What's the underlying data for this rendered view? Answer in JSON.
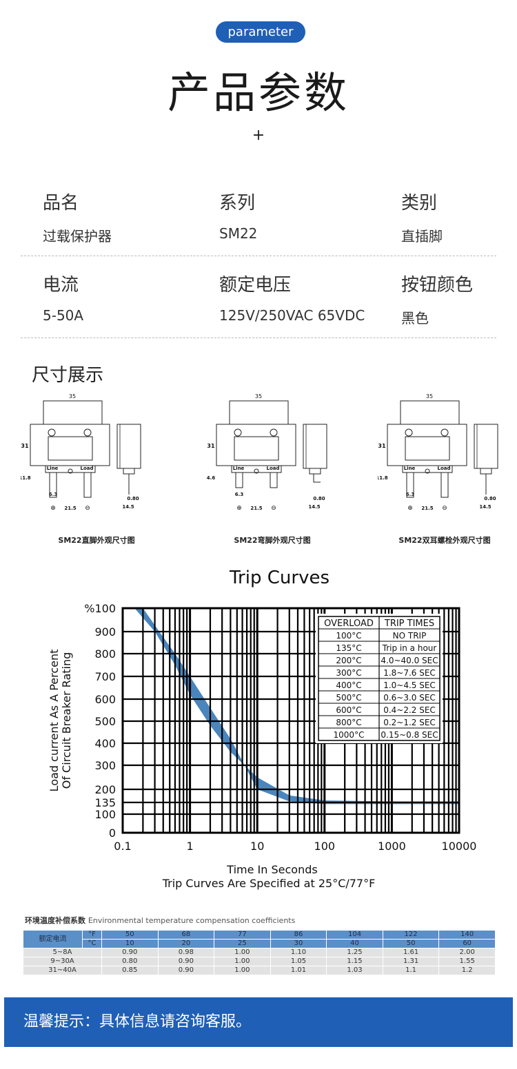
{
  "header": {
    "pill": "parameter",
    "title": "产品参数",
    "plus": "+"
  },
  "specs": {
    "row1": [
      {
        "label": "品名",
        "value": "过载保护器"
      },
      {
        "label": "系列",
        "value": "SM22"
      },
      {
        "label": "类别",
        "value": "直插脚"
      }
    ],
    "row2": [
      {
        "label": "电流",
        "value": "5-50A"
      },
      {
        "label": "额定电压",
        "value": "125V/250VAC 65VDC"
      },
      {
        "label": "按钮颜色",
        "value": "黑色"
      }
    ]
  },
  "dimensions": {
    "section_title": "尺寸展示",
    "labels": {
      "width": "35",
      "height": "31",
      "pin_straight": "11.8",
      "pin_bent": "4.6",
      "line": "Line",
      "load": "Load",
      "pin_width": "6.3",
      "pitch": "21.5",
      "depth": "14.5",
      "thickness": "0.80",
      "plus": "⊕",
      "minus": "⊖"
    },
    "captions": [
      "SM22直脚外观尺寸图",
      "SM22弯脚外观尺寸图",
      "SM22双耳螺栓外观尺寸图"
    ]
  },
  "chart_data": {
    "type": "area",
    "title": "Trip Curves",
    "xlabel": "Time In Seconds",
    "xlabel_note": "Trip Curves Are Specified at 25°C/77°F",
    "ylabel": [
      "Load current As A Percent",
      "Of Circuit Breaker Rating"
    ],
    "x_scale": "log",
    "xlim": [
      0.1,
      10000
    ],
    "x_ticks": [
      "0.1",
      "1",
      "10",
      "100",
      "1000",
      "10000"
    ],
    "y_ticks": [
      "0",
      "100",
      "135",
      "200",
      "300",
      "400",
      "500",
      "600",
      "700",
      "800",
      "900",
      "%100"
    ],
    "band_upper": [
      [
        0.15,
        1000
      ],
      [
        0.3,
        900
      ],
      [
        0.6,
        750
      ],
      [
        1.0,
        620
      ],
      [
        2,
        480
      ],
      [
        4,
        360
      ],
      [
        10,
        250
      ],
      [
        30,
        170
      ],
      [
        100,
        145
      ],
      [
        1000,
        140
      ],
      [
        10000,
        140
      ]
    ],
    "band_lower": [
      [
        0.2,
        1000
      ],
      [
        0.35,
        900
      ],
      [
        0.6,
        800
      ],
      [
        1.0,
        700
      ],
      [
        2,
        560
      ],
      [
        4,
        420
      ],
      [
        10,
        200
      ],
      [
        30,
        140
      ],
      [
        100,
        130
      ],
      [
        1000,
        130
      ],
      [
        10000,
        130
      ]
    ],
    "table": {
      "headers": [
        "OVERLOAD",
        "TRIP TIMES"
      ],
      "rows": [
        [
          "100°C",
          "NO TRIP"
        ],
        [
          "135°C",
          "Trip in a hour"
        ],
        [
          "200°C",
          "4.0~40.0 SEC"
        ],
        [
          "300°C",
          "1.8~7.6 SEC"
        ],
        [
          "400°C",
          "1.0~4.5 SEC"
        ],
        [
          "500°C",
          "0.6~3.0 SEC"
        ],
        [
          "600°C",
          "0.4~2.2 SEC"
        ],
        [
          "800°C",
          "0.2~1.2 SEC"
        ],
        [
          "1000°C",
          "0.15~0.8 SEC"
        ]
      ]
    },
    "band_color": "#4a86bd"
  },
  "compensation": {
    "title_cn": "环境温度补偿系数",
    "title_en": "Environmental temperature compensation coefficients",
    "row_header": "额定电流",
    "unit_f": "°F",
    "unit_c": "°C",
    "fahrenheit": [
      "50",
      "68",
      "77",
      "86",
      "104",
      "122",
      "140"
    ],
    "celsius": [
      "10",
      "20",
      "25",
      "30",
      "40",
      "50",
      "60"
    ],
    "rows": [
      {
        "label": "5~8A",
        "values": [
          "0.90",
          "0.98",
          "1.00",
          "1.10",
          "1.25",
          "1.61",
          "2.00"
        ]
      },
      {
        "label": "9~30A",
        "values": [
          "0.80",
          "0.90",
          "1.00",
          "1.05",
          "1.15",
          "1.31",
          "1.55"
        ]
      },
      {
        "label": "31~40A",
        "values": [
          "0.85",
          "0.90",
          "1.00",
          "1.01",
          "1.03",
          "1.1",
          "1.2"
        ]
      }
    ]
  },
  "footer": {
    "text": "温馨提示：具体信息请咨询客服。"
  }
}
